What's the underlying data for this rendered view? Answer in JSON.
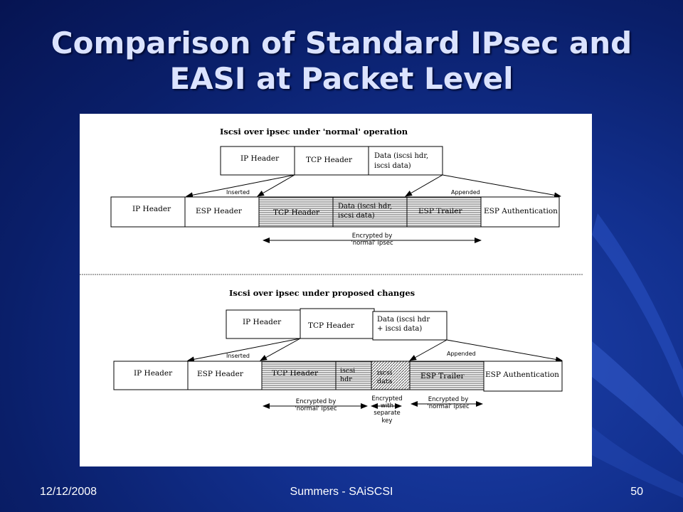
{
  "slide": {
    "title_line1": "Comparison of Standard IPsec and",
    "title_line2": "EASI at Packet Level",
    "footer_date": "12/12/2008",
    "footer_center": "Summers - SAiSCSI",
    "footer_page": "50"
  },
  "diagram": {
    "top": {
      "heading": "Iscsi over ipsec under 'normal' operation",
      "orig_ip": "IP Header",
      "orig_tcp": "TCP Header",
      "orig_data_1": "Data (iscsi hdr,",
      "orig_data_2": "iscsi data)",
      "inserted": "Inserted",
      "appended": "Appended",
      "ip": "IP Header",
      "esp_header": "ESP Header",
      "tcp": "TCP Header",
      "data_1": "Data (iscsi hdr,",
      "data_2": "iscsi data)",
      "esp_trailer": "ESP Trailer",
      "esp_auth": "ESP Authentication",
      "enc_1": "Encrypted by",
      "enc_2": "'normal' ipsec"
    },
    "bottom": {
      "heading": "Iscsi over ipsec under proposed changes",
      "orig_ip": "IP Header",
      "orig_tcp": "TCP Header",
      "orig_data_1": "Data (iscsi hdr",
      "orig_data_2": "+ iscsi data)",
      "inserted": "Inserted",
      "appended": "Appended",
      "ip": "IP Header",
      "esp_header": "ESP Header",
      "tcp": "TCP Header",
      "iscsi_hdr_1": "iscsi",
      "iscsi_hdr_2": "hdr",
      "iscsi_data_1": "iscsi",
      "iscsi_data_2": "data",
      "esp_trailer": "ESP Trailer",
      "esp_auth": "ESP Authentication",
      "enc_left_1": "Encrypted by",
      "enc_left_2": "'normal' ipsec",
      "enc_mid_1": "Encrypted",
      "enc_mid_2": "with",
      "enc_mid_3": "separate",
      "enc_mid_4": "key",
      "enc_right_1": "Encrypted by",
      "enc_right_2": "'normal' ipsec"
    }
  }
}
